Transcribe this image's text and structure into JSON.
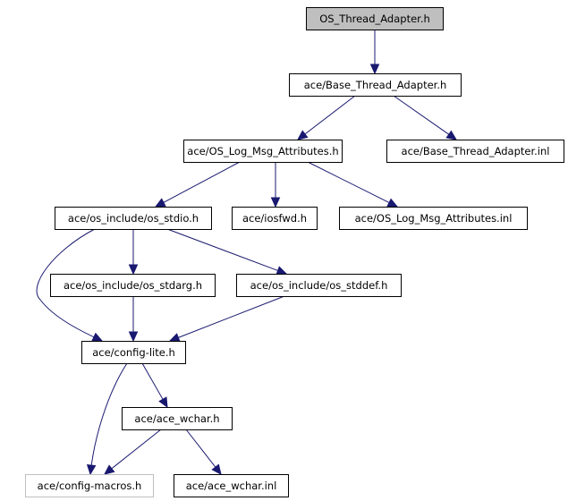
{
  "diagram": {
    "title": "OS_Thread_Adapter.h include dependency graph",
    "colors": {
      "edge": "#191970",
      "root_fill": "#bfbfbf",
      "node_border": "#000000",
      "external_border": "#bfbfbf"
    },
    "nodes": [
      {
        "id": "os_thread_adapter_h",
        "label": "OS_Thread_Adapter.h",
        "kind": "root"
      },
      {
        "id": "base_thread_adapter_h",
        "label": "ace/Base_Thread_Adapter.h",
        "kind": "normal"
      },
      {
        "id": "os_log_msg_attributes_h",
        "label": "ace/OS_Log_Msg_Attributes.h",
        "kind": "normal"
      },
      {
        "id": "base_thread_adapter_inl",
        "label": "ace/Base_Thread_Adapter.inl",
        "kind": "normal"
      },
      {
        "id": "os_stdio_h",
        "label": "ace/os_include/os_stdio.h",
        "kind": "normal"
      },
      {
        "id": "iosfwd_h",
        "label": "ace/iosfwd.h",
        "kind": "normal"
      },
      {
        "id": "os_log_msg_attributes_inl",
        "label": "ace/OS_Log_Msg_Attributes.inl",
        "kind": "normal"
      },
      {
        "id": "os_stdarg_h",
        "label": "ace/os_include/os_stdarg.h",
        "kind": "normal"
      },
      {
        "id": "os_stddef_h",
        "label": "ace/os_include/os_stddef.h",
        "kind": "normal"
      },
      {
        "id": "config_lite_h",
        "label": "ace/config-lite.h",
        "kind": "normal"
      },
      {
        "id": "ace_wchar_h",
        "label": "ace/ace_wchar.h",
        "kind": "normal"
      },
      {
        "id": "config_macros_h",
        "label": "ace/config-macros.h",
        "kind": "external"
      },
      {
        "id": "ace_wchar_inl",
        "label": "ace/ace_wchar.inl",
        "kind": "normal"
      }
    ],
    "edges": [
      {
        "from": "os_thread_adapter_h",
        "to": "base_thread_adapter_h"
      },
      {
        "from": "base_thread_adapter_h",
        "to": "os_log_msg_attributes_h"
      },
      {
        "from": "base_thread_adapter_h",
        "to": "base_thread_adapter_inl"
      },
      {
        "from": "os_log_msg_attributes_h",
        "to": "os_stdio_h"
      },
      {
        "from": "os_log_msg_attributes_h",
        "to": "iosfwd_h"
      },
      {
        "from": "os_log_msg_attributes_h",
        "to": "os_log_msg_attributes_inl"
      },
      {
        "from": "os_stdio_h",
        "to": "config_lite_h"
      },
      {
        "from": "os_stdio_h",
        "to": "os_stdarg_h"
      },
      {
        "from": "os_stdio_h",
        "to": "os_stddef_h"
      },
      {
        "from": "os_stdarg_h",
        "to": "config_lite_h"
      },
      {
        "from": "os_stddef_h",
        "to": "config_lite_h"
      },
      {
        "from": "config_lite_h",
        "to": "config_macros_h"
      },
      {
        "from": "config_lite_h",
        "to": "ace_wchar_h"
      },
      {
        "from": "ace_wchar_h",
        "to": "config_macros_h"
      },
      {
        "from": "ace_wchar_h",
        "to": "ace_wchar_inl"
      }
    ]
  }
}
